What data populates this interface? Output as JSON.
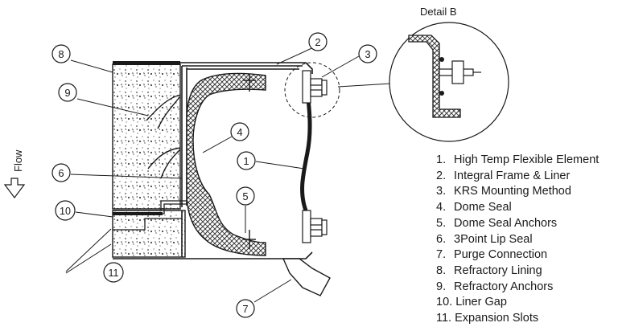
{
  "detail_label": "Detail B",
  "flow_label": "Flow",
  "callouts": [
    "1",
    "2",
    "3",
    "4",
    "5",
    "6",
    "7",
    "8",
    "9",
    "10",
    "11"
  ],
  "legend": [
    {
      "num": "1.",
      "text": "High Temp Flexible Element"
    },
    {
      "num": "2.",
      "text": "Integral Frame & Liner"
    },
    {
      "num": "3.",
      "text": "KRS Mounting Method"
    },
    {
      "num": "4.",
      "text": "Dome Seal"
    },
    {
      "num": "5.",
      "text": "Dome Seal Anchors"
    },
    {
      "num": "6.",
      "text": "3Point Lip Seal"
    },
    {
      "num": "7.",
      "text": "Purge Connection"
    },
    {
      "num": "8.",
      "text": "Refractory Lining"
    },
    {
      "num": "9.",
      "text": "Refractory Anchors"
    },
    {
      "num": "10.",
      "text": "Liner Gap"
    },
    {
      "num": "11.",
      "text": "Expansion Slots"
    }
  ]
}
